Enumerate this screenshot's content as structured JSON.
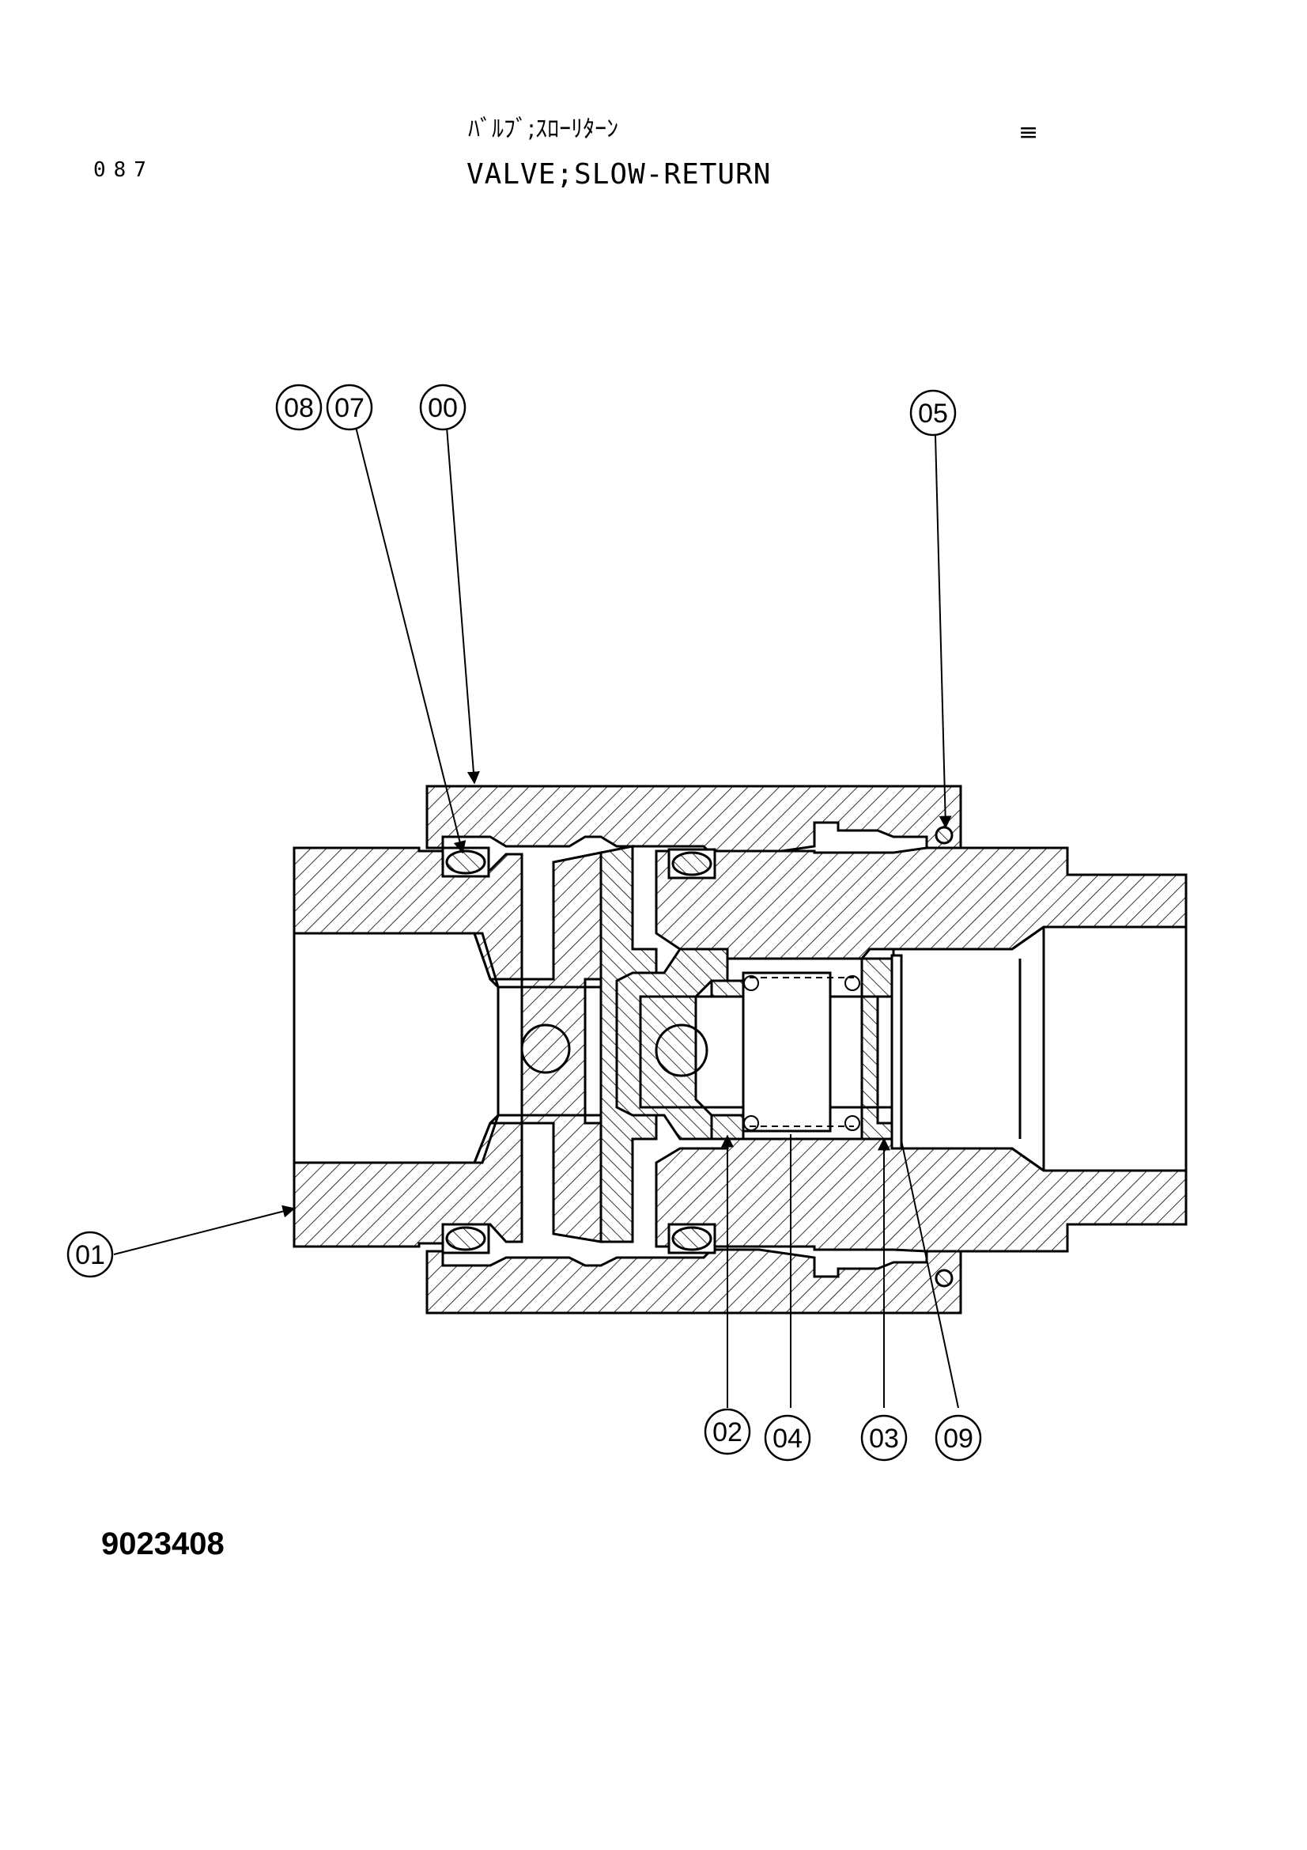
{
  "header": {
    "page_number": "087",
    "title_jp": "ﾊﾞﾙﾌﾞ;ｽﾛｰﾘﾀｰﾝ",
    "title_en": "VALVE;SLOW-RETURN",
    "mark": "≡"
  },
  "callouts": {
    "c08": "08",
    "c07": "07",
    "c00": "00",
    "c05": "05",
    "c01": "01",
    "c02": "02",
    "c04": "04",
    "c03": "03",
    "c09": "09"
  },
  "footer": {
    "drawing_number": "9023408"
  }
}
